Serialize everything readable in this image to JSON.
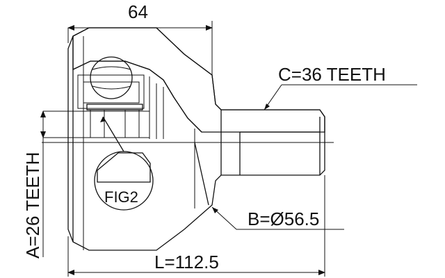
{
  "drawing": {
    "dim_top": "64",
    "spline_c": "C=36 TEETH",
    "spline_a": "A=26 TEETH",
    "diameter_b": "B=Ø56.5",
    "length_l": "L=112.5",
    "detail_label": "FIG2"
  },
  "colors": {
    "line": "#111111",
    "background": "#ffffff"
  }
}
